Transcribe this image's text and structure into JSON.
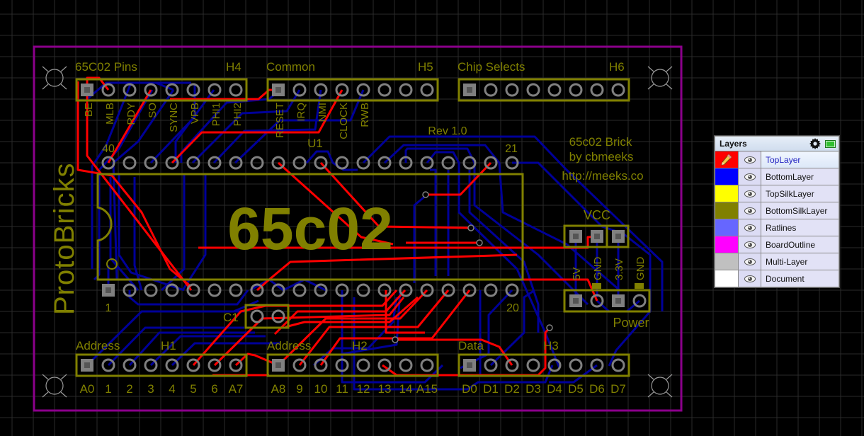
{
  "board": {
    "brand_text": "ProtoBricks",
    "chip_label": "65c02",
    "rev_label": "Rev 1.0",
    "credit_lines": [
      "65c02 Brick",
      "by cbmeeks",
      "http://meeks.co"
    ],
    "colors": {
      "background": "#000000",
      "grid": "#2a2a2a",
      "board_outline": "#8b008b",
      "top_layer": "#ff0000",
      "bottom_layer": "#000099",
      "silk": "#808000",
      "pad": "#808080"
    },
    "u1": {
      "designator": "U1",
      "pin_first": "1",
      "pin_last": "20",
      "pin_top_first": "40",
      "pin_top_last": "21",
      "pin_count": 40
    },
    "c1": {
      "designator": "C1"
    },
    "headers": [
      {
        "id": "H4",
        "designator": "H4",
        "title": "65C02 Pins",
        "pin_labels": [
          "BE",
          "MLB",
          "RDY",
          "SO",
          "SYNC",
          "VPB",
          "PHI1",
          "PHI2"
        ],
        "label_orientation": "vertical"
      },
      {
        "id": "H5",
        "designator": "H5",
        "title": "Common",
        "pin_labels": [
          "RESET",
          "IRQ",
          "NMI",
          "CLOCK",
          "RWB",
          "",
          "",
          ""
        ],
        "label_orientation": "vertical"
      },
      {
        "id": "H6",
        "designator": "H6",
        "title": "Chip Selects",
        "pin_labels": [
          "",
          "",
          "",
          "",
          "",
          "",
          "",
          ""
        ],
        "label_orientation": "vertical"
      },
      {
        "id": "H1",
        "designator": "H1",
        "title": "Address",
        "pin_labels": [
          "A0",
          "1",
          "2",
          "3",
          "4",
          "5",
          "6",
          "A7"
        ],
        "label_orientation": "horizontal"
      },
      {
        "id": "H2",
        "designator": "H2",
        "title": "Address",
        "pin_labels": [
          "A8",
          "9",
          "10",
          "11",
          "12",
          "13",
          "14",
          "A15"
        ],
        "label_orientation": "horizontal"
      },
      {
        "id": "H3",
        "designator": "H3",
        "title": "Data",
        "pin_labels": [
          "D0",
          "D1",
          "D2",
          "D3",
          "D4",
          "D5",
          "D6",
          "D7"
        ],
        "label_orientation": "horizontal"
      }
    ],
    "vcc": {
      "title": "VCC"
    },
    "power": {
      "title": "Power",
      "pin_labels": [
        "5V",
        "GND",
        "3.3V",
        "GND"
      ]
    }
  },
  "layers_panel": {
    "title": "Layers",
    "settings_icon": "gear-icon",
    "minimize_icon": "minimize-icon",
    "active_layer": "TopLayer",
    "layers": [
      {
        "name": "TopLayer",
        "color": "#ff0000",
        "visible": true,
        "active": true
      },
      {
        "name": "BottomLayer",
        "color": "#0000ff",
        "visible": true,
        "active": false
      },
      {
        "name": "TopSilkLayer",
        "color": "#ffff00",
        "visible": true,
        "active": false
      },
      {
        "name": "BottomSilkLayer",
        "color": "#808000",
        "visible": true,
        "active": false
      },
      {
        "name": "Ratlines",
        "color": "#6666ff",
        "visible": true,
        "active": false
      },
      {
        "name": "BoardOutline",
        "color": "#ff00ff",
        "visible": true,
        "active": false
      },
      {
        "name": "Multi-Layer",
        "color": "#c0c0c0",
        "visible": true,
        "active": false
      },
      {
        "name": "Document",
        "color": "#ffffff",
        "visible": true,
        "active": false
      }
    ]
  }
}
